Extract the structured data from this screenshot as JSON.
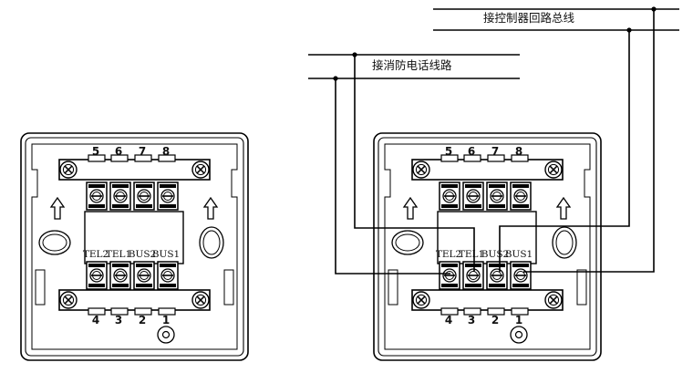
{
  "top_numbers": [
    "5",
    "6",
    "7",
    "8"
  ],
  "bottom_numbers": [
    "4",
    "3",
    "2",
    "1"
  ],
  "terminal_labels": [
    "TEL2",
    "TEL1",
    "BUS2",
    "BUS1"
  ],
  "wiring": {
    "controller_loop_bus": "接控制器回路总线",
    "fire_phone_line": "接消防电话线路"
  }
}
